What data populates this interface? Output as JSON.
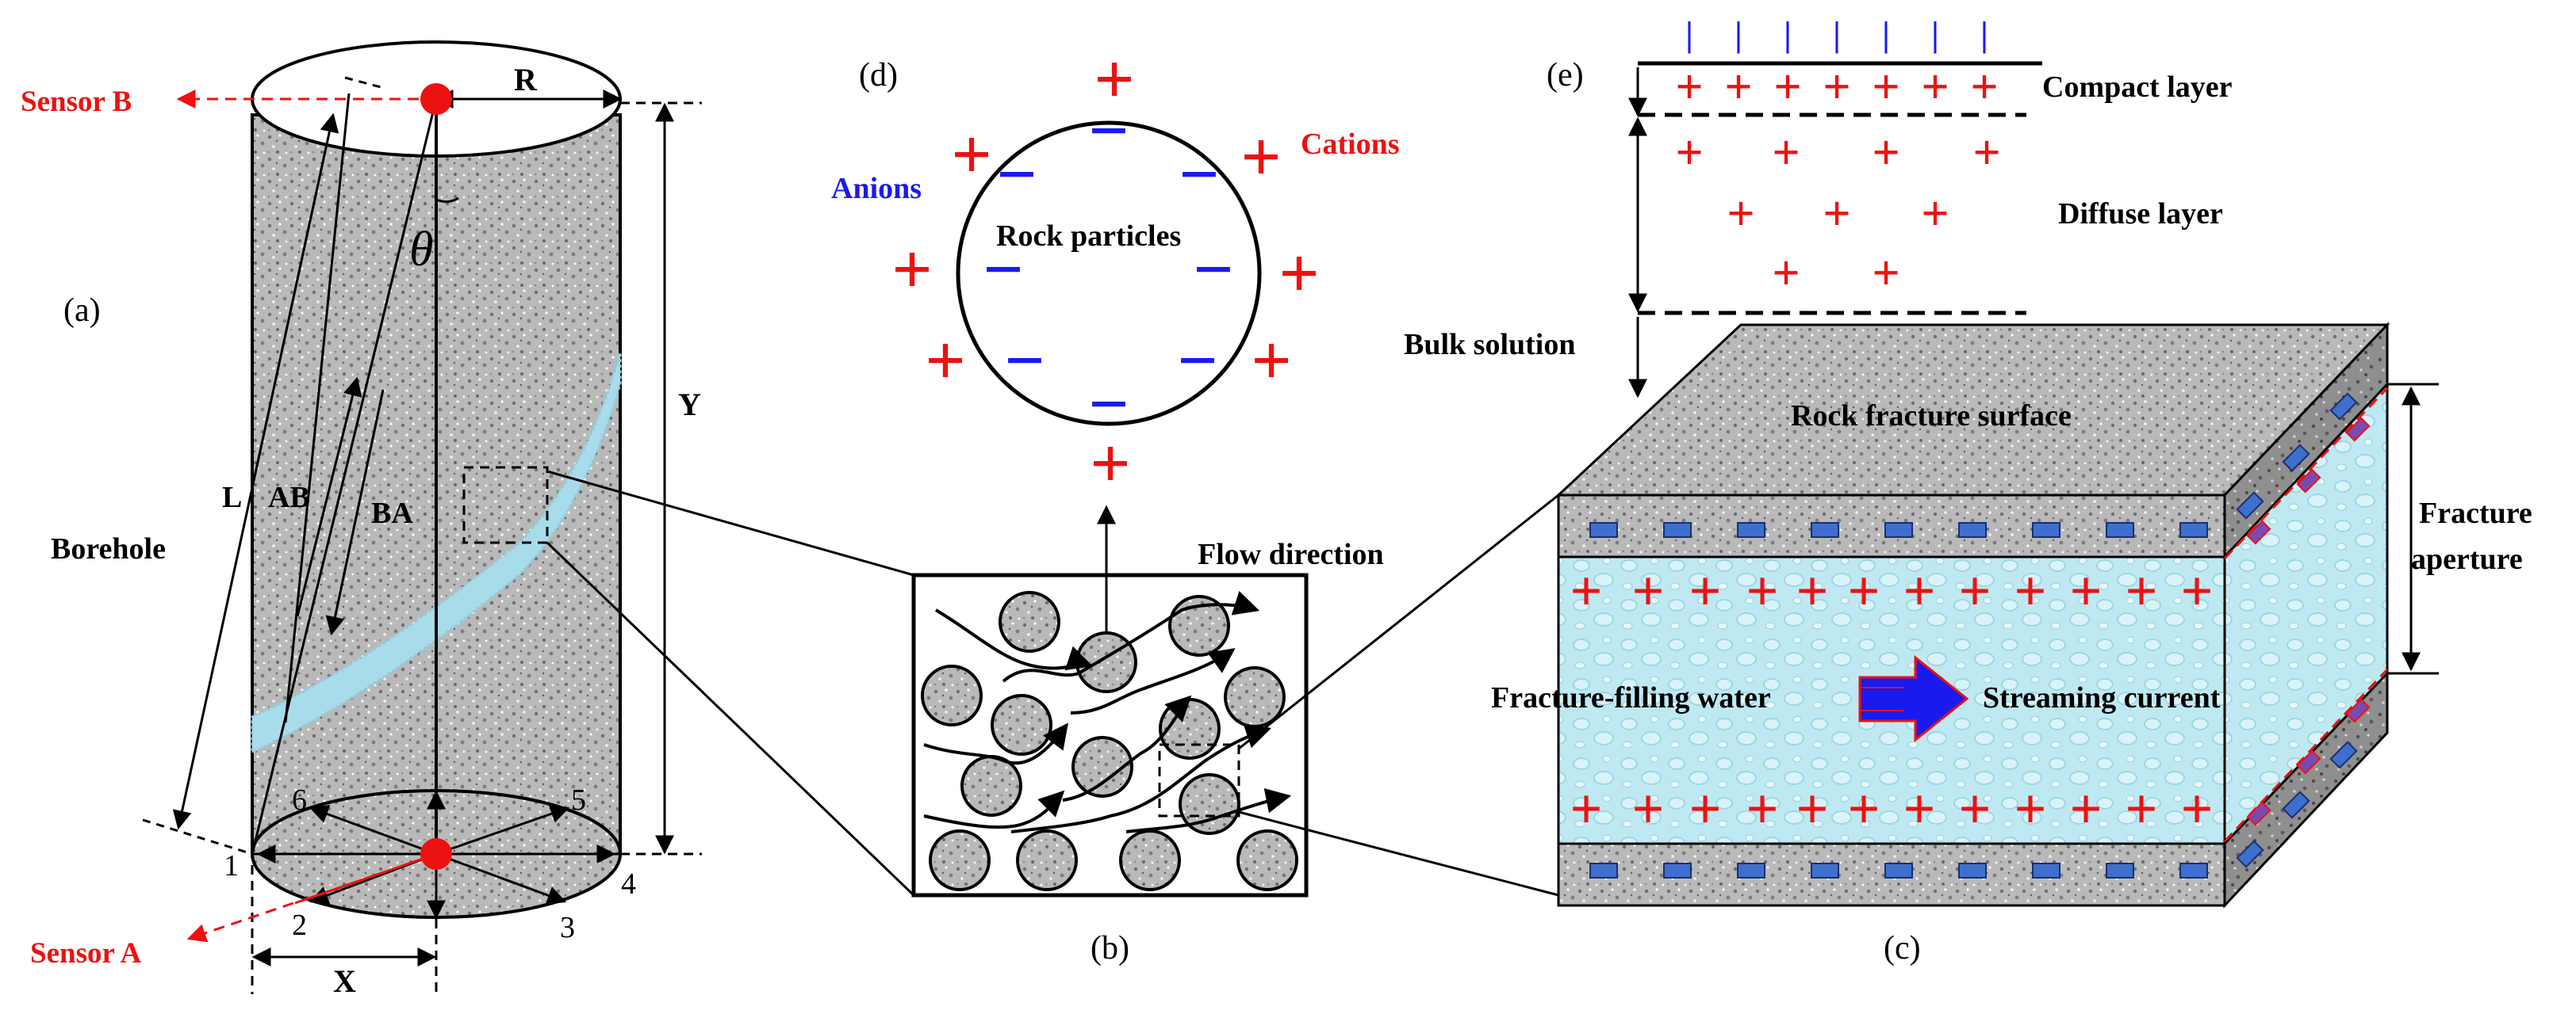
{
  "colors": {
    "red": "#ee1111",
    "blue": "#1a1aee",
    "water": "#bfe9f2",
    "rock": "#b9b9b9",
    "blue_block": "#3e6fcf"
  },
  "panel_a": {
    "tag": "(a)",
    "sensor_b": "Sensor B",
    "sensor_a": "Sensor A",
    "r": "R",
    "y": "Y",
    "theta": "θ",
    "l": "L",
    "ab": "AB",
    "ba": "BA",
    "borehole": "Borehole",
    "x": "X",
    "n1": "1",
    "n2": "2",
    "n3": "3",
    "n4": "4",
    "n5": "5",
    "n6": "6"
  },
  "panel_b": {
    "tag": "(b)",
    "flow": "Flow direction"
  },
  "panel_c": {
    "tag": "(c)",
    "surface": "Rock fracture surface",
    "aperture_1": "Fracture",
    "aperture_2": "aperture",
    "water": "Fracture-filling water",
    "current": "Streaming current"
  },
  "panel_d": {
    "tag": "(d)",
    "anions": "Anions",
    "cations": "Cations",
    "particles": "Rock particles"
  },
  "panel_e": {
    "tag": "(e)",
    "compact": "Compact layer",
    "diffuse": "Diffuse layer",
    "bulk": "Bulk solution"
  },
  "plus": "+",
  "minus": "−",
  "bar": "|"
}
